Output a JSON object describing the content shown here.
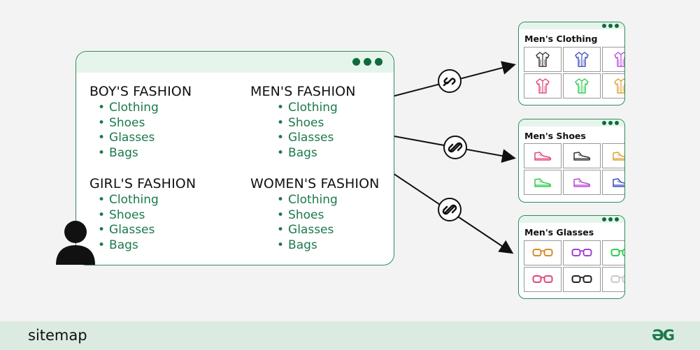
{
  "sections": [
    {
      "heading": "BOY'S FASHION",
      "items": [
        "Clothing",
        "Shoes",
        "Glasses",
        "Bags"
      ]
    },
    {
      "heading": "MEN'S FASHION",
      "items": [
        "Clothing",
        "Shoes",
        "Glasses",
        "Bags"
      ]
    },
    {
      "heading": "GIRL'S FASHION",
      "items": [
        "Clothing",
        "Shoes",
        "Glasses",
        "Bags"
      ]
    },
    {
      "heading": "WOMEN'S FASHION",
      "items": [
        "Clothing",
        "Shoes",
        "Glasses",
        "Bags"
      ]
    }
  ],
  "pages": [
    {
      "title": "Men's Clothing",
      "icon": "shirt-icon",
      "colors": [
        "#333333",
        "#3b4cc0",
        "#b84ad6",
        "#e0457b",
        "#2ecc4f",
        "#e0a030"
      ]
    },
    {
      "title": "Men's Shoes",
      "icon": "shoe-icon",
      "colors": [
        "#e0457b",
        "#333333",
        "#e0a030",
        "#2ecc4f",
        "#b84ad6",
        "#3b4cc0"
      ]
    },
    {
      "title": "Men's Glasses",
      "icon": "glasses-icon",
      "colors": [
        "#d98a2a",
        "#a040d0",
        "#2ecc4f",
        "#e0457b",
        "#222222",
        "#c8c8c8"
      ]
    }
  ],
  "footer": {
    "label": "sitemap",
    "logo": "ƏG"
  },
  "accent": "#1b7a4b"
}
